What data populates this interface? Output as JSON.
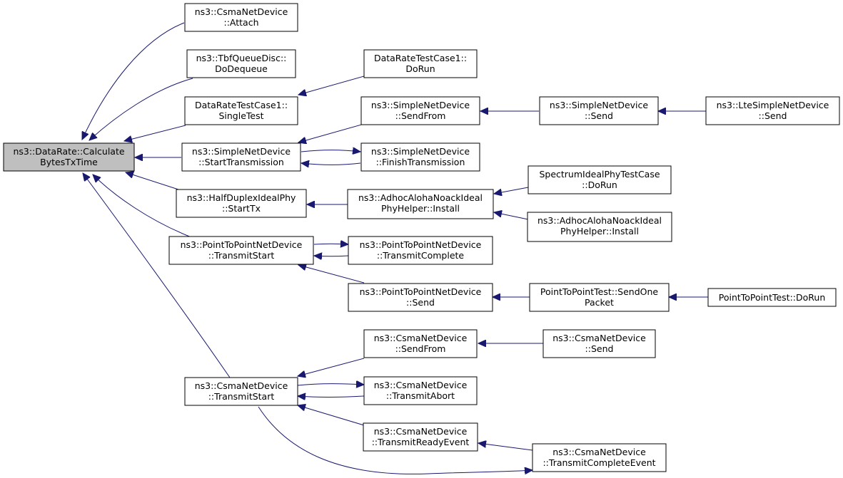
{
  "graph": {
    "root": {
      "line1": "ns3::DataRate::Calculate",
      "line2": "BytesTxTime"
    },
    "nodes": {
      "attach": {
        "line1": "ns3::CsmaNetDevice",
        "line2": "::Attach"
      },
      "tbf": {
        "line1": "ns3::TbfQueueDisc::",
        "line2": "DoDequeue"
      },
      "drSingle": {
        "line1": "DataRateTestCase1::",
        "line2": "SingleTest"
      },
      "drDoRun": {
        "line1": "DataRateTestCase1::",
        "line2": "DoRun"
      },
      "simpleStart": {
        "line1": "ns3::SimpleNetDevice",
        "line2": "::StartTransmission"
      },
      "simpleSendFrom": {
        "line1": "ns3::SimpleNetDevice",
        "line2": "::SendFrom"
      },
      "simpleSend": {
        "line1": "ns3::SimpleNetDevice",
        "line2": "::Send"
      },
      "lteSend": {
        "line1": "ns3::LteSimpleNetDevice",
        "line2": "::Send"
      },
      "simpleFinish": {
        "line1": "ns3::SimpleNetDevice",
        "line2": "::FinishTransmission"
      },
      "hdStartTx": {
        "line1": "ns3::HalfDuplexIdealPhy",
        "line2": "::StartTx"
      },
      "adhocInstall1": {
        "line1": "ns3::AdhocAlohaNoackIdeal",
        "line2": "PhyHelper::Install"
      },
      "spectrumDoRun": {
        "line1": "SpectrumIdealPhyTestCase",
        "line2": "::DoRun"
      },
      "adhocInstall2": {
        "line1": "ns3::AdhocAlohaNoackIdeal",
        "line2": "PhyHelper::Install"
      },
      "p2pTxStart": {
        "line1": "ns3::PointToPointNetDevice",
        "line2": "::TransmitStart"
      },
      "p2pTxComplete": {
        "line1": "ns3::PointToPointNetDevice",
        "line2": "::TransmitComplete"
      },
      "p2pSend": {
        "line1": "ns3::PointToPointNetDevice",
        "line2": "::Send"
      },
      "p2pTestSendOne": {
        "line1": "PointToPointTest::SendOne",
        "line2": "Packet"
      },
      "p2pTestDoRun": {
        "line1": "PointToPointTest::DoRun",
        "line2": ""
      },
      "csmaTxStart": {
        "line1": "ns3::CsmaNetDevice",
        "line2": "::TransmitStart"
      },
      "csmaSendFrom": {
        "line1": "ns3::CsmaNetDevice",
        "line2": "::SendFrom"
      },
      "csmaSend": {
        "line1": "ns3::CsmaNetDevice",
        "line2": "::Send"
      },
      "csmaTxAbort": {
        "line1": "ns3::CsmaNetDevice",
        "line2": "::TransmitAbort"
      },
      "csmaTxReady": {
        "line1": "ns3::CsmaNetDevice",
        "line2": "::TransmitReadyEvent"
      },
      "csmaTxCompleteEv": {
        "line1": "ns3::CsmaNetDevice",
        "line2": "::TransmitCompleteEvent"
      }
    }
  },
  "colors": {
    "edge": "#191970",
    "root_fill": "#bfbfbf",
    "node_fill": "#ffffff",
    "node_border": "#000000"
  }
}
